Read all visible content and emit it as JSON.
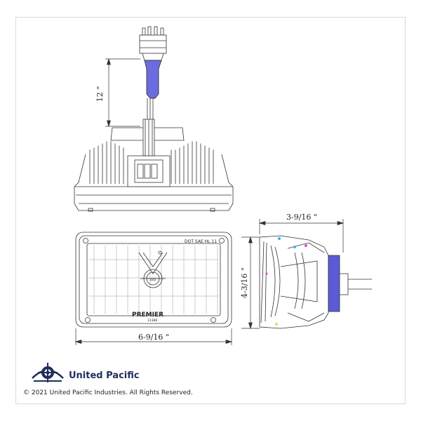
{
  "dimensions": {
    "cable_length": "12 \"",
    "depth": "3-9/16 \"",
    "height": "4-3/16 \"",
    "width": "6-9/16 \""
  },
  "lens_markings": {
    "dot_sae": "DOT SAE HL 11",
    "model_name": "PREMIER",
    "part_number": "31386",
    "center_logo": "LED"
  },
  "brand": {
    "name": "United Pacific",
    "logo_icon": "ship-wheel-logo-icon",
    "color": "#1f2f5c"
  },
  "footer": {
    "copyright": "© 2021 United Pacific Industries. All Rights Reserved."
  },
  "colors": {
    "wire_harness": "#3b3bd6",
    "back_housing": "#5b5bd8",
    "connector_accent": "#d84fd8",
    "cyan_accent": "#36b7d8",
    "yellow_accent": "#e8d84a"
  }
}
